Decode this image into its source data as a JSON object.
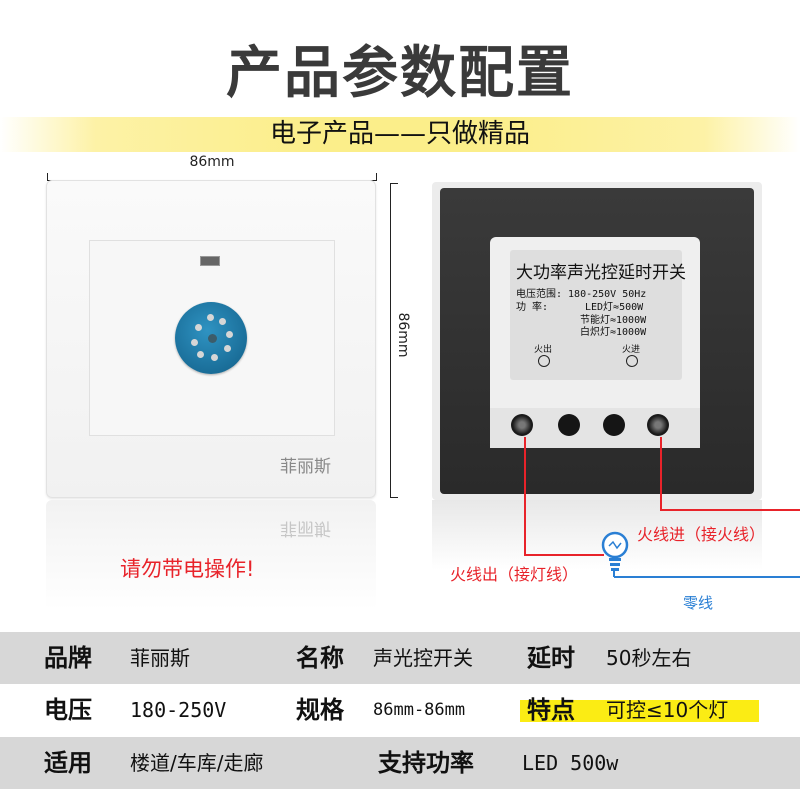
{
  "header": {
    "title": "产品参数配置",
    "slogan": "电子产品——只做精品"
  },
  "front_panel": {
    "width_label": "86mm",
    "height_label": "86mm",
    "brand_mark": "菲丽斯",
    "warning": "请勿带电操作!"
  },
  "back_panel": {
    "module_title": "大功率声光控延时开关",
    "voltage_line": "电压范围: 180-250V  50Hz",
    "power_label": "功    率:",
    "power_led": "LED灯≈500W",
    "power_cfl": "节能灯≈1000W",
    "power_incandescent": "白炽灯≈1000W",
    "terminal_out": "火出",
    "terminal_in": "火进"
  },
  "wiring": {
    "live_in": "火线进（接火线）",
    "live_out": "火线出（接灯线）",
    "neutral": "零线",
    "colors": {
      "live": "#e8232a",
      "neutral": "#2a7fd4"
    }
  },
  "specs": {
    "rows": [
      [
        {
          "key": "品牌",
          "value": "菲丽斯"
        },
        {
          "key": "名称",
          "value": "声光控开关"
        },
        {
          "key": "延时",
          "value": "50秒左右"
        }
      ],
      [
        {
          "key": "电压",
          "value": "180-250V"
        },
        {
          "key": "规格",
          "value": "86mm-86mm"
        },
        {
          "key": "特点",
          "value": "可控≤10个灯"
        }
      ],
      [
        {
          "key": "适用",
          "value": "楼道/车库/走廊"
        },
        {
          "key": "支持功率",
          "value": "LED 500w"
        }
      ]
    ],
    "highlight_color": "#fbec14"
  }
}
